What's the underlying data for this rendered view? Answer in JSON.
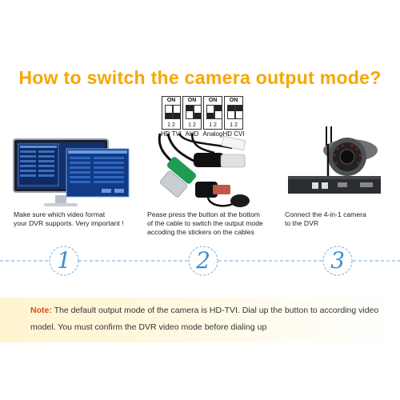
{
  "title": "How to switch the camera output mode?",
  "dip_switches": [
    {
      "on_label": "ON",
      "numbers": "1 2",
      "label": "HD TVI",
      "sw1": "down",
      "sw2": "down"
    },
    {
      "on_label": "ON",
      "numbers": "1 2",
      "label": "AHD",
      "sw1": "up",
      "sw2": "down"
    },
    {
      "on_label": "ON",
      "numbers": "1 2",
      "label": "Analog",
      "sw1": "down",
      "sw2": "up"
    },
    {
      "on_label": "ON",
      "numbers": "1 2",
      "label": "HD CVI",
      "sw1": "up",
      "sw2": "up"
    }
  ],
  "steps": [
    {
      "number": "1",
      "line1": "Make sure which video format",
      "line2": "your DVR supports. Very important !",
      "line3": ""
    },
    {
      "number": "2",
      "line1": "Pease press the button at the bottom",
      "line2": "of the cable to switch the output mode",
      "line3": "accoding the stickers on the cables"
    },
    {
      "number": "3",
      "line1": "Connect the 4-in-1 camera",
      "line2": "to the DVR",
      "line3": ""
    }
  ],
  "note": {
    "lead": "Note:",
    "text": " The default output mode of the camera is HD-TVI. Dial up the button to according video model. You must confirm the DVR video mode before dialing up"
  },
  "colors": {
    "title": "#f6a700",
    "accent_blue": "#3b8fd0",
    "note_lead": "#e04c1b"
  }
}
